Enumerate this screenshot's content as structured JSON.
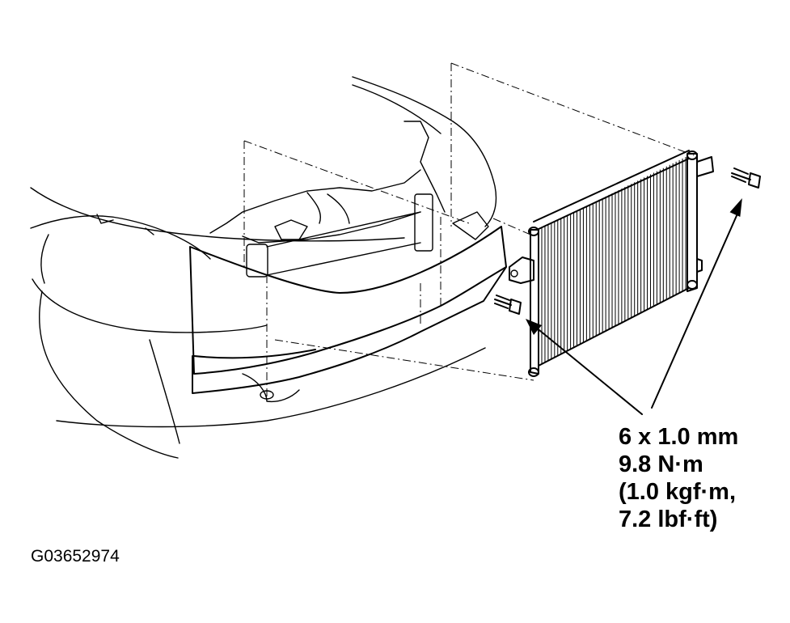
{
  "figure": {
    "id": "G03652974",
    "callouts": {
      "torque_spec": [
        "6 x 1.0 mm",
        "9.8 N·m",
        "(1.0 kgf·m,",
        "7.2 lbf·ft)"
      ]
    }
  }
}
